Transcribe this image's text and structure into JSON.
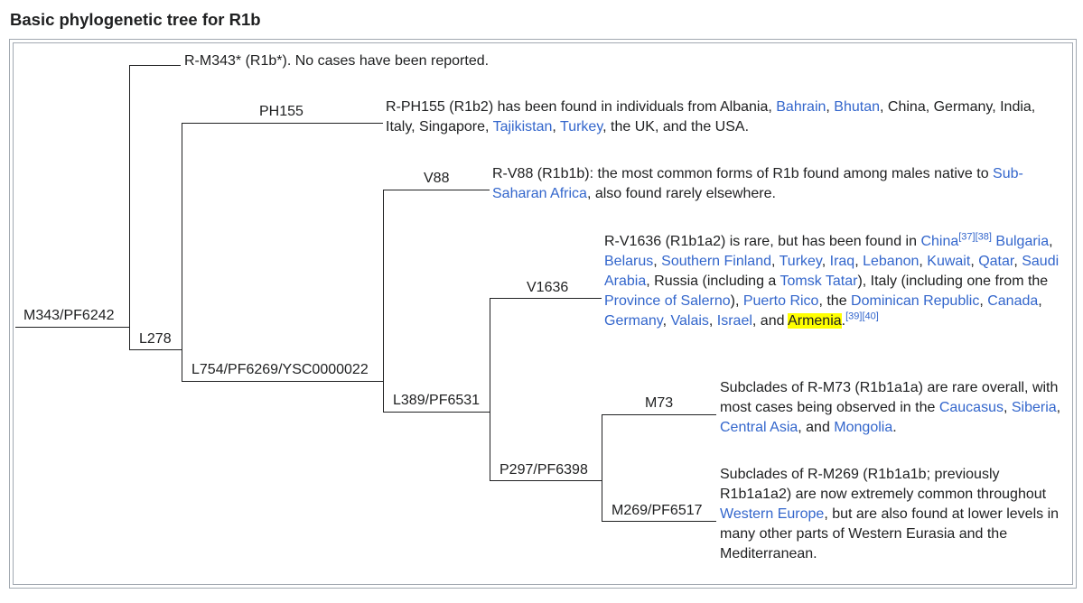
{
  "title": "Basic phylogenetic tree for R1b",
  "nodes": {
    "root": "M343/PF6242",
    "l278": "L278",
    "ph155": "PH155",
    "l754": "L754/PF6269/YSC0000022",
    "v88": "V88",
    "l389": "L389/PF6531",
    "v1636": "V1636",
    "p297": "P297/PF6398",
    "m73": "M73",
    "m269": "M269/PF6517"
  },
  "descriptions": {
    "m343": {
      "text": "R-M343* (R1b*). No cases have been reported."
    },
    "ph155": {
      "t1": "R-PH155 (R1b2) has been found in individuals from Albania, ",
      "bahrain": "Bahrain",
      "sep1": ", ",
      "bhutan": "Bhutan",
      "t2": ", China, Germany, India, Italy, Singapore, ",
      "tajikistan": "Tajikistan",
      "sep2": ", ",
      "turkey": "Turkey",
      "t3": ", the UK, and the USA."
    },
    "v88": {
      "t1": "R-V88 (R1b1b): the most common forms of R1b found among males native to ",
      "ssa": "Sub-Saharan Africa",
      "t2": ", also found rarely elsewhere."
    },
    "v1636": {
      "t1": "R-V1636 (R1b1a2) is rare, but has been found in ",
      "china": "China",
      "ref37": "[37]",
      "ref38": "[38]",
      "bulgaria": "Bulgaria",
      "belarus": "Belarus",
      "sfinland": "Southern Finland",
      "turkey": "Turkey",
      "iraq": "Iraq",
      "lebanon": "Lebanon",
      "kuwait": "Kuwait",
      "qatar": "Qatar",
      "saudi": "Saudi Arabia",
      "t2": ", Russia (including a ",
      "tomsk": "Tomsk Tatar",
      "t3": "), Italy (including one from the ",
      "salerno": "Province of Salerno",
      "t4": "), ",
      "pr": "Puerto Rico",
      "t5": ", the ",
      "dr": "Dominican Republic",
      "canada": "Canada",
      "germany": "Germany",
      "valais": "Valais",
      "israel": "Israel",
      "t6": ", and ",
      "armenia": "Armenia",
      "t7": ".",
      "ref39": "[39]",
      "ref40": "[40]",
      "comma": ", "
    },
    "m73": {
      "t1": "Subclades of R-M73 (R1b1a1a) are rare overall, with most cases being observed in the ",
      "caucasus": "Caucasus",
      "sep1": ", ",
      "siberia": "Siberia",
      "sep2": ", ",
      "casia": "Central Asia",
      "t2": ", and ",
      "mongolia": "Mongolia",
      "t3": "."
    },
    "m269": {
      "t1": "Subclades of R-M269 (R1b1a1b; previously R1b1a1a2) are now extremely common throughout ",
      "weurope": "Western Europe",
      "t2": ", but are also found at lower levels in many other parts of Western Eurasia and the Mediterranean."
    }
  },
  "colors": {
    "link": "#3366cc",
    "text": "#202122",
    "highlight": "#ffff00",
    "border": "#a2a9b1"
  }
}
